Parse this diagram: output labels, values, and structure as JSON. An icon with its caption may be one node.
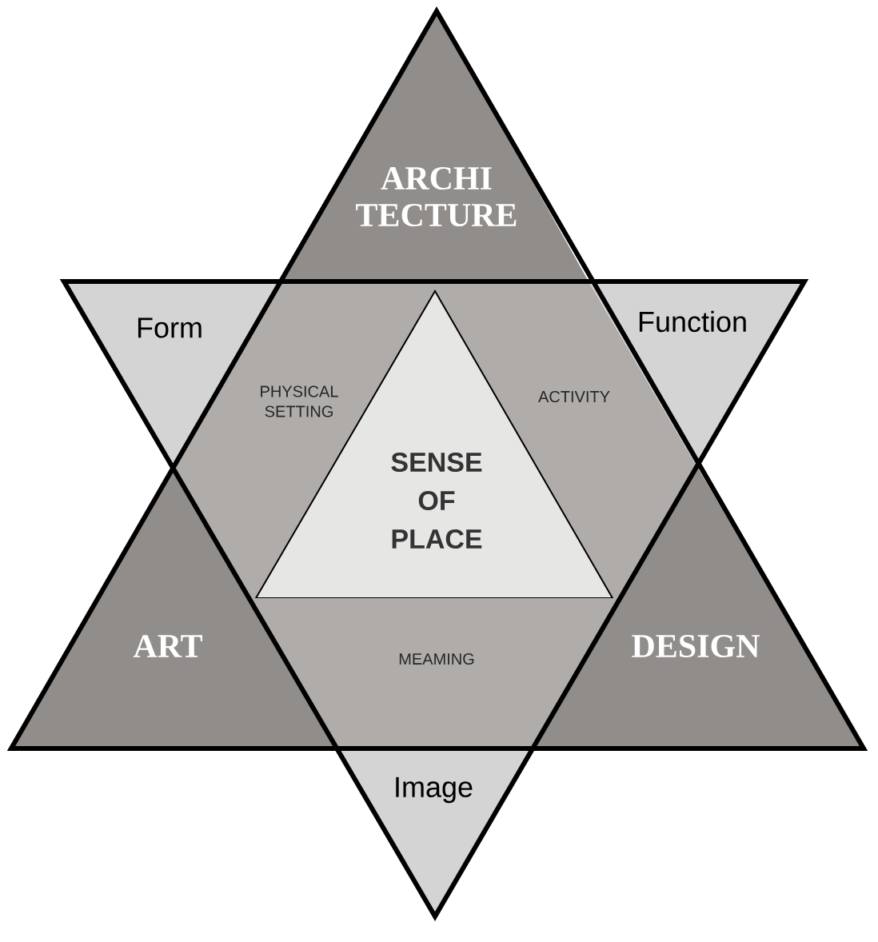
{
  "diagram": {
    "nodes": [
      {
        "text": [
          "ARCHI TECTURE"
        ]
      },
      {
        "text": [
          "Form"
        ]
      },
      {
        "text": [
          "Function"
        ]
      },
      {
        "text": [
          "PHYSICAL SETTING"
        ]
      },
      {
        "text": [
          "ACTIVITY"
        ]
      },
      {
        "text": [
          "SENSE OF PLACE"
        ]
      },
      {
        "text": [
          "ART"
        ]
      },
      {
        "text": [
          "MEAMING"
        ]
      },
      {
        "text": [
          "DESIGN"
        ]
      },
      {
        "text": [
          "Image"
        ]
      }
    ]
  }
}
